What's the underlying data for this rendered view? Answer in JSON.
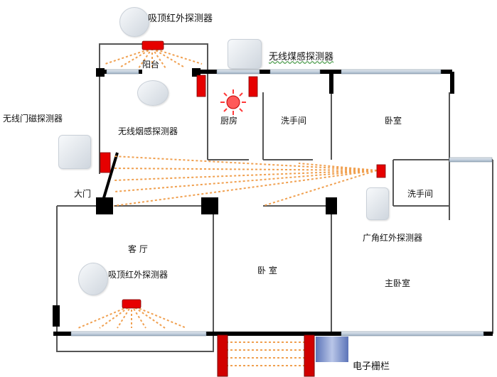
{
  "labels": {
    "ceiling_pir_top": "吸顶红外探测器",
    "wireless_gas": "无线煤感探测器",
    "balcony": "阳台",
    "wireless_door": "无线门磁探测器",
    "wireless_smoke": "无线烟感探测器",
    "kitchen": "厨房",
    "washroom_1": "洗手间",
    "bedroom_top": "卧室",
    "washroom_2": "洗手间",
    "main_door": "大门",
    "living_room": "客 厅",
    "ceiling_pir_living": "吸顶红外探测器",
    "bedroom_mid": "卧 室",
    "wide_angle_pir": "广角红外探测器",
    "master_bedroom": "主卧室",
    "electronic_fence": "电子栅栏"
  },
  "colors": {
    "wall": "#000000",
    "detector": "#e60000",
    "beam": "#f0a050",
    "window": "#a0b4c8",
    "flame": "#ff3a3a",
    "fence_post": "#d10000",
    "fence_glass": "#7f95c8"
  },
  "icons": [
    "ceiling-pir-device-icon",
    "gas-detector-device-icon",
    "smoke-detector-device-icon",
    "door-sensor-device-icon",
    "wide-angle-pir-device-icon",
    "kitchen-flame-icon"
  ]
}
